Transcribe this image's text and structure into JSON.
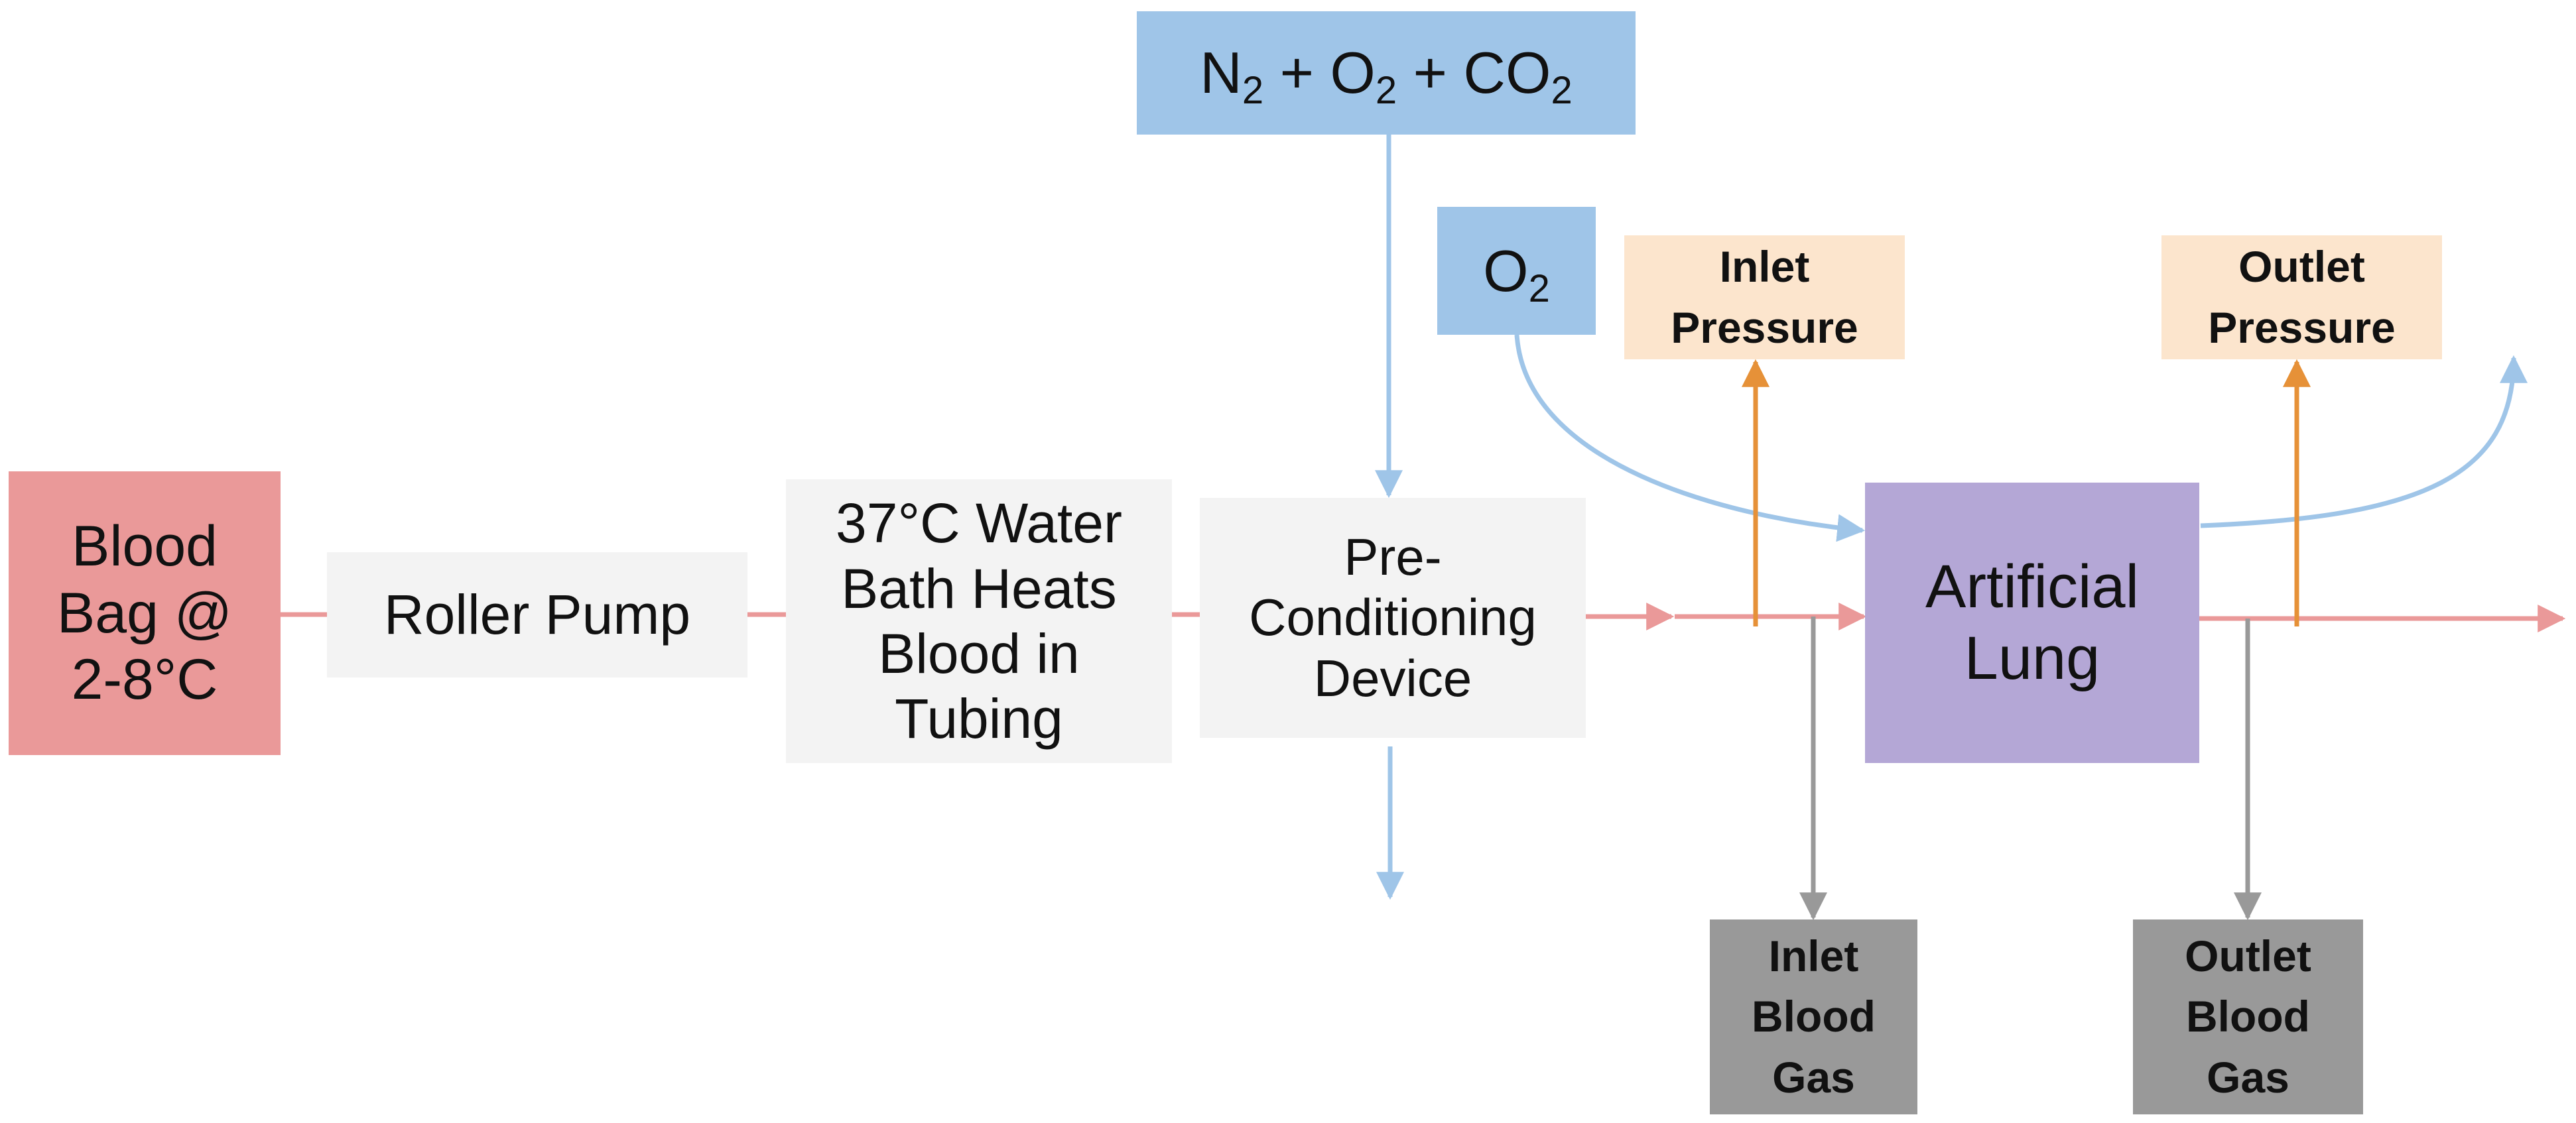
{
  "nodes": {
    "blood_bag": "Blood\nBag @\n2-8°C",
    "roller_pump": "Roller Pump",
    "water_bath": "37°C Water\nBath Heats\nBlood in\nTubing",
    "preconditioning": "Pre-\nConditioning\nDevice",
    "gas_mix": {
      "n": "N",
      "n_sub": "2",
      "plus1": " + O",
      "o_sub": "2",
      "plus2": " + CO",
      "co_sub": "2"
    },
    "oxygen": {
      "o": "O",
      "o_sub": "2"
    },
    "inlet_pressure": "Inlet\nPressure",
    "outlet_pressure": "Outlet\nPressure",
    "artificial_lung": "Artificial\nLung",
    "inlet_blood_gas": "Inlet\nBlood\nGas",
    "outlet_blood_gas": "Outlet\nBlood\nGas"
  },
  "colors": {
    "blood_line": "#ea9999",
    "gas_line": "#9fc5e8",
    "pressure_line": "#e69138",
    "sample_line": "#999999",
    "blood_bag_fill": "#ea9999",
    "process_fill": "#f3f3f3",
    "gas_fill": "#9fc5e8",
    "pressure_fill": "#fce5cd",
    "lung_fill": "#b4a7d6",
    "sample_fill": "#999999"
  }
}
